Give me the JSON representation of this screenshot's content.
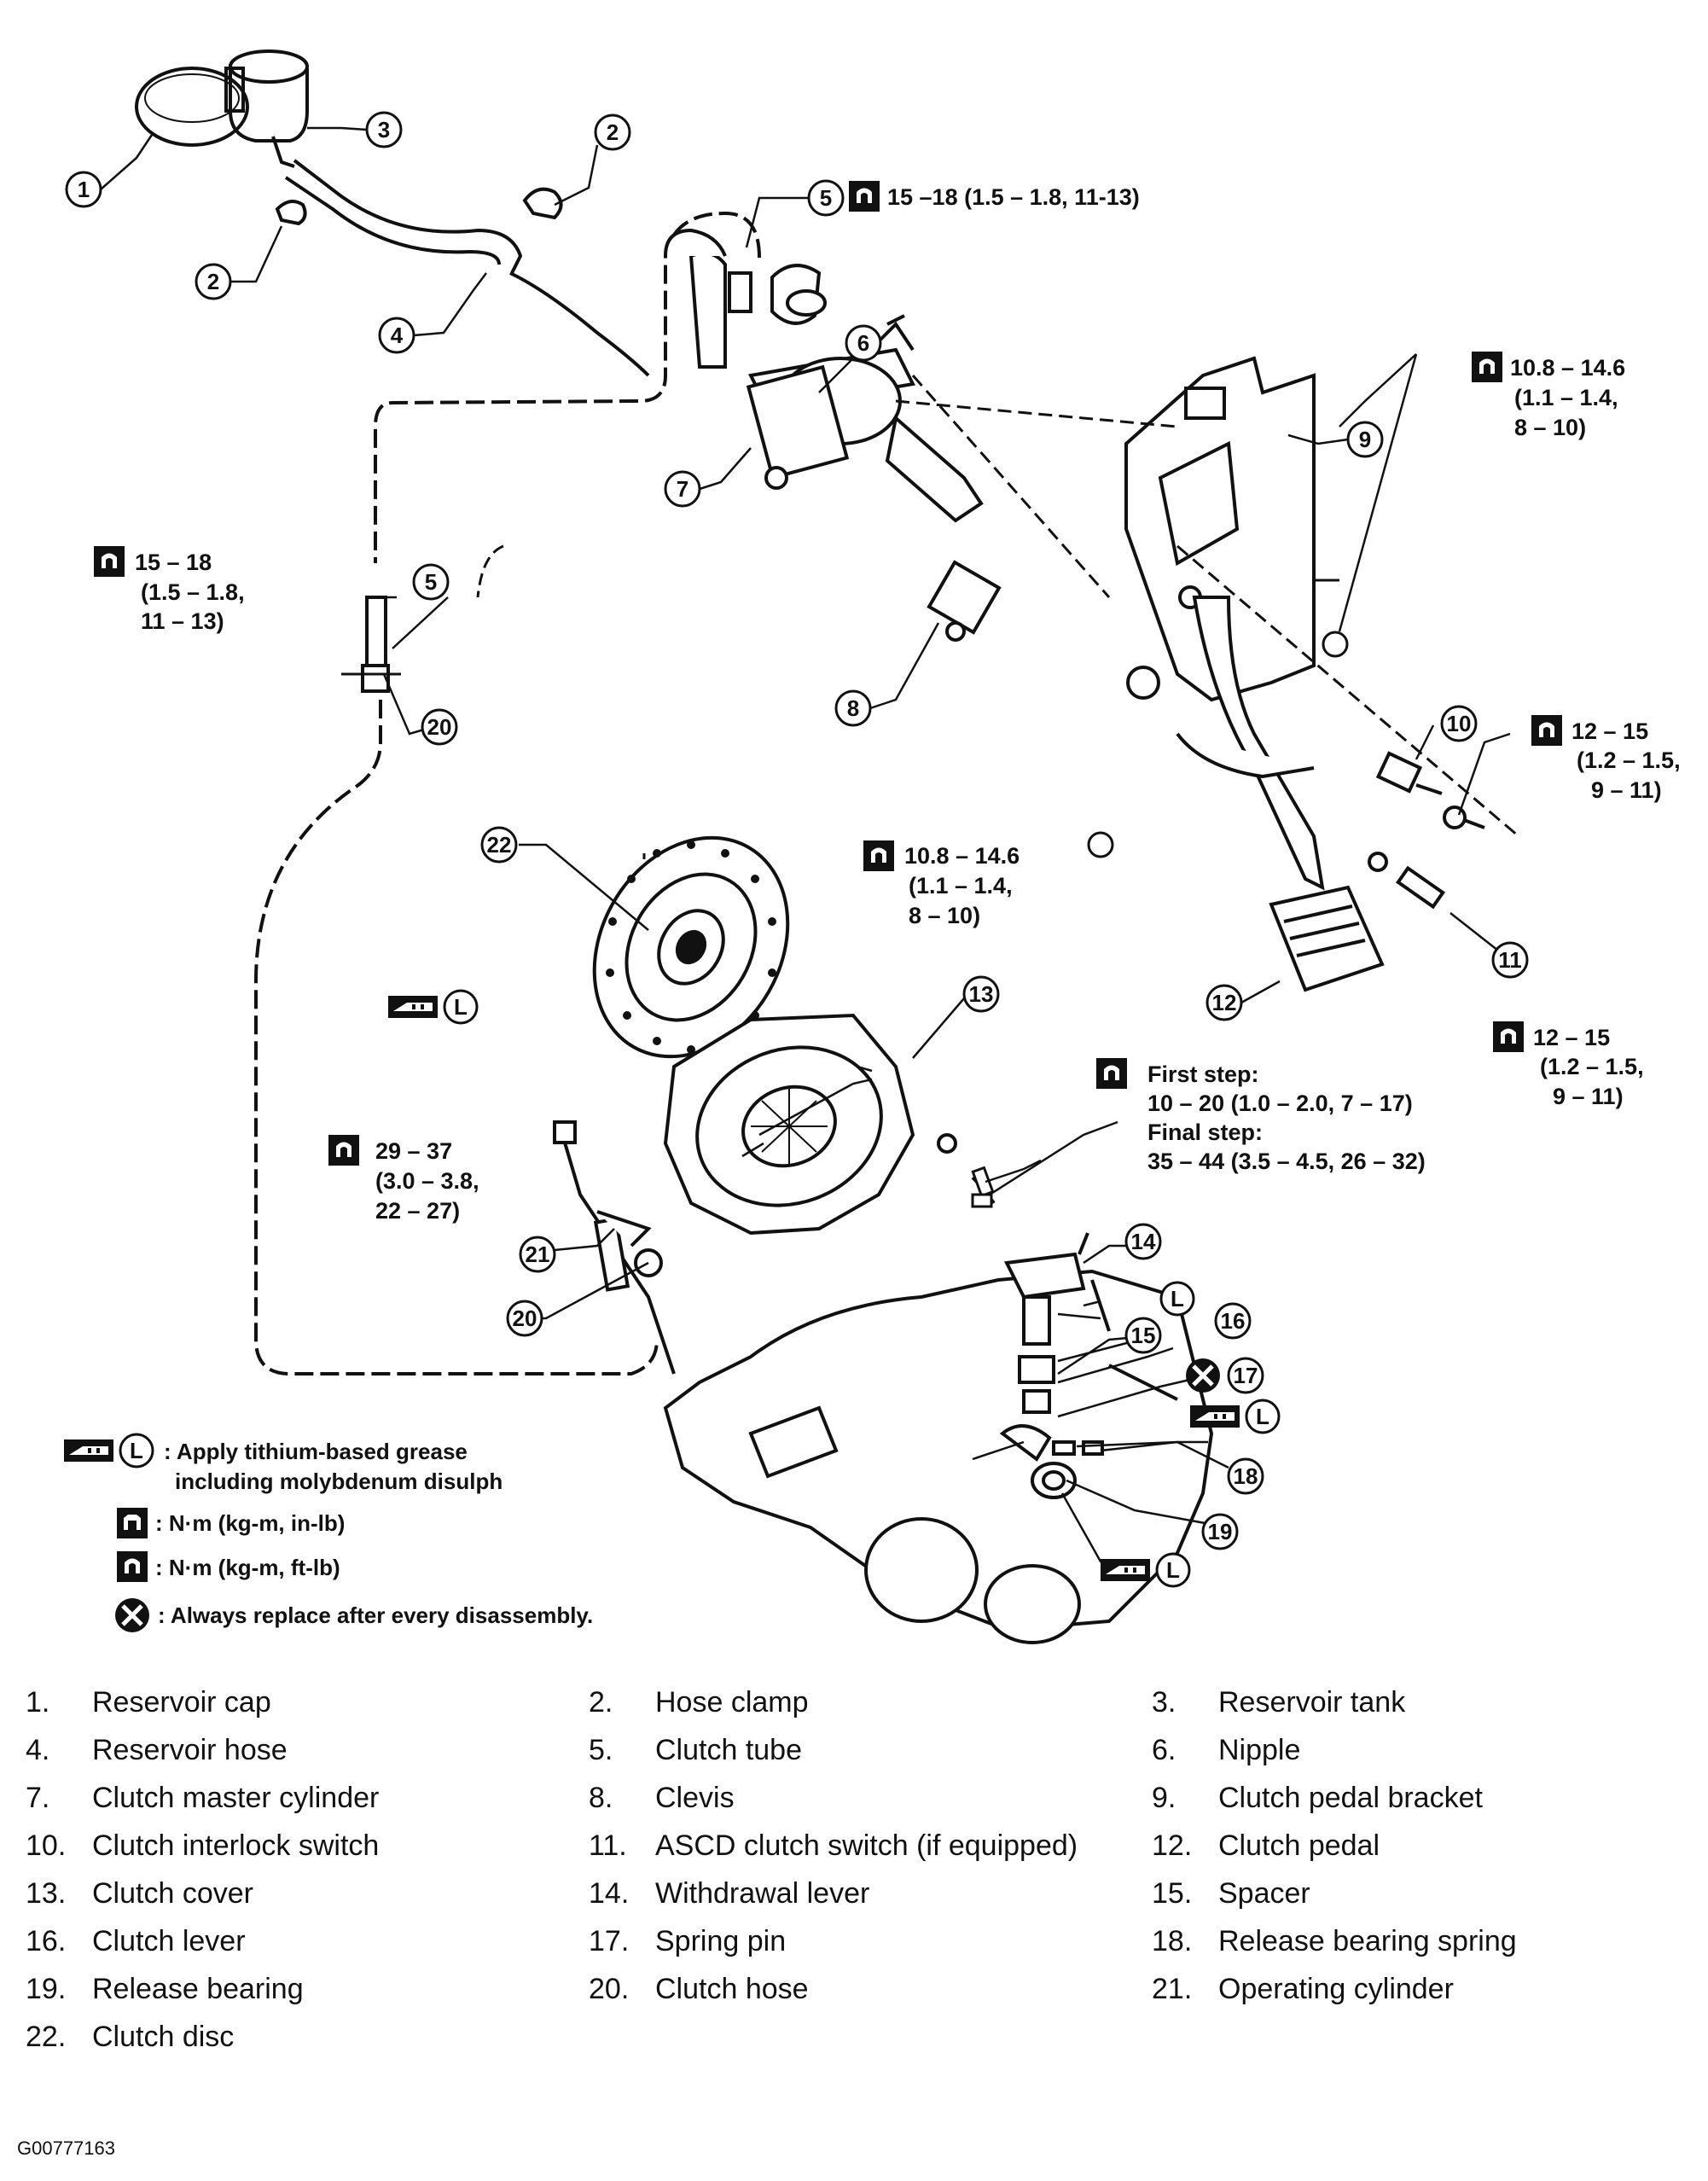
{
  "torque_specs": {
    "t5": "15 –18 (1.5 – 1.8, 11-13)",
    "t15a": "15 – 18",
    "t15b": "(1.5 – 1.8,",
    "t15c": "11 – 13)",
    "t108a_1": "10.8 – 14.6",
    "t108a_2": "(1.1 – 1.4,",
    "t108a_3": "8 – 10)",
    "t1215a_1": "12 – 15",
    "t1215a_2": "(1.2 – 1.5,",
    "t1215a_3": "9 – 11)",
    "t108b_1": "10.8 – 14.6",
    "t108b_2": "(1.1 – 1.4,",
    "t108b_3": "8 – 10)",
    "t1215b_1": "12 – 15",
    "t1215b_2": "(1.2 – 1.5,",
    "t1215b_3": "9 – 11)",
    "first_step": "First step:",
    "first_val": "10 – 20 (1.0 – 2.0, 7 – 17)",
    "final_step": "Final step:",
    "final_val": "35 – 44 (3.5 – 4.5, 26 – 32)",
    "t2937_1": "29 – 37",
    "t2937_2": "(3.0 – 3.8,",
    "t2937_3": "22 – 27)"
  },
  "legend": {
    "grease_1": ": Apply tithium-based grease",
    "grease_2": "including molybdenum disulph",
    "nm_inlb": ": N·m (kg-m, in-lb)",
    "nm_ftlb": ": N·m (kg-m, ft-lb)",
    "replace": ": Always replace after every disassembly."
  },
  "grease_symbol": "L",
  "callouts": [
    "1",
    "2",
    "3",
    "4",
    "5",
    "6",
    "7",
    "8",
    "9",
    "10",
    "11",
    "12",
    "13",
    "14",
    "15",
    "16",
    "17",
    "18",
    "19",
    "20",
    "21",
    "22"
  ],
  "parts": [
    {
      "num": "1.",
      "name": "Reservoir cap"
    },
    {
      "num": "2.",
      "name": "Hose clamp"
    },
    {
      "num": "3.",
      "name": "Reservoir tank"
    },
    {
      "num": "4.",
      "name": "Reservoir hose"
    },
    {
      "num": "5.",
      "name": "Clutch tube"
    },
    {
      "num": "6.",
      "name": "Nipple"
    },
    {
      "num": "7.",
      "name": "Clutch master cylinder"
    },
    {
      "num": "8.",
      "name": "Clevis"
    },
    {
      "num": "9.",
      "name": "Clutch pedal bracket"
    },
    {
      "num": "10.",
      "name": "Clutch interlock switch"
    },
    {
      "num": "11.",
      "name": "ASCD clutch switch (if equipped)"
    },
    {
      "num": "12.",
      "name": "Clutch pedal"
    },
    {
      "num": "13.",
      "name": "Clutch cover"
    },
    {
      "num": "14.",
      "name": "Withdrawal lever"
    },
    {
      "num": "15.",
      "name": "Spacer"
    },
    {
      "num": "16.",
      "name": "Clutch lever"
    },
    {
      "num": "17.",
      "name": "Spring pin"
    },
    {
      "num": "18.",
      "name": "Release bearing spring"
    },
    {
      "num": "19.",
      "name": "Release bearing"
    },
    {
      "num": "20.",
      "name": "Clutch hose"
    },
    {
      "num": "21.",
      "name": "Operating cylinder"
    },
    {
      "num": "22.",
      "name": "Clutch disc"
    }
  ],
  "figure_code": "G00777163"
}
